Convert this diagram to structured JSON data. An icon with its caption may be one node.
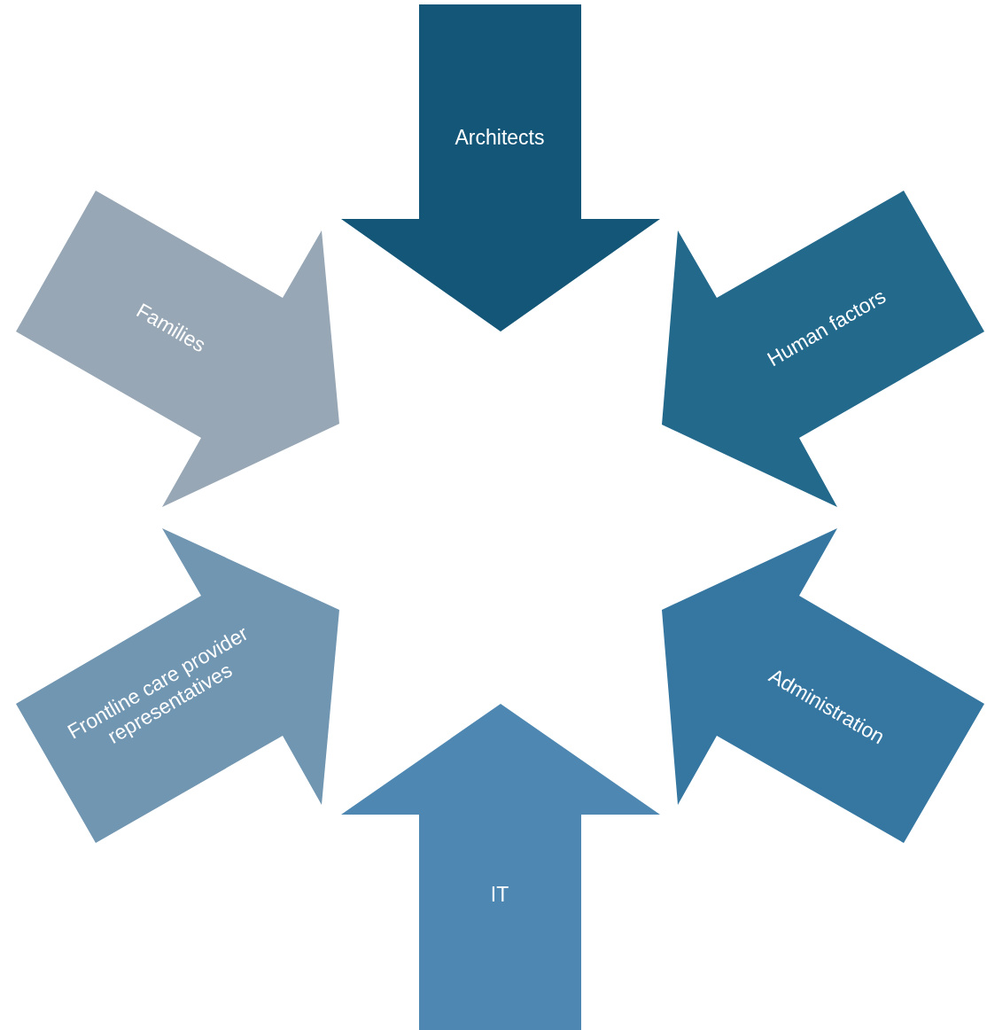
{
  "diagram": {
    "nodes": [
      {
        "text": [
          "Architects"
        ]
      },
      {
        "text": [
          "Human factors"
        ]
      },
      {
        "text": [
          "Administration"
        ]
      },
      {
        "text": [
          "IT"
        ]
      },
      {
        "text": [
          "Frontline care provider representatives"
        ]
      },
      {
        "text": [
          "Families"
        ]
      }
    ]
  }
}
